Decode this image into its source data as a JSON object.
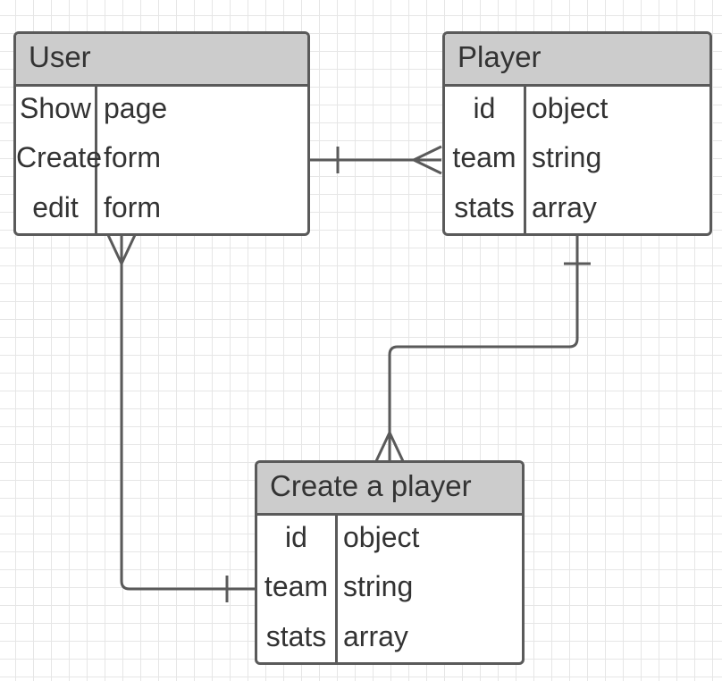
{
  "entities": {
    "user": {
      "title": "User",
      "rows": [
        {
          "key": "Show",
          "value": "page"
        },
        {
          "key": "Create",
          "value": "form"
        },
        {
          "key": "edit",
          "value": "form"
        }
      ]
    },
    "player": {
      "title": "Player",
      "rows": [
        {
          "key": "id",
          "value": "object"
        },
        {
          "key": "team",
          "value": "string"
        },
        {
          "key": "stats",
          "value": "array"
        }
      ]
    },
    "create_player": {
      "title": "Create a player",
      "rows": [
        {
          "key": "id",
          "value": "object"
        },
        {
          "key": "team",
          "value": "string"
        },
        {
          "key": "stats",
          "value": "array"
        }
      ]
    }
  },
  "relationships": [
    {
      "from": "user",
      "to": "player",
      "from_cardinality": "one",
      "to_cardinality": "many"
    },
    {
      "from": "player",
      "to": "create_player",
      "from_cardinality": "one",
      "to_cardinality": "many"
    },
    {
      "from": "create_player",
      "to": "user",
      "from_cardinality": "one",
      "to_cardinality": "many"
    }
  ],
  "colors": {
    "border": "#5a5a5a",
    "header_fill": "#cccccc",
    "text": "#333333",
    "connector": "#5a5a5a",
    "grid": "#e6e6e6"
  }
}
